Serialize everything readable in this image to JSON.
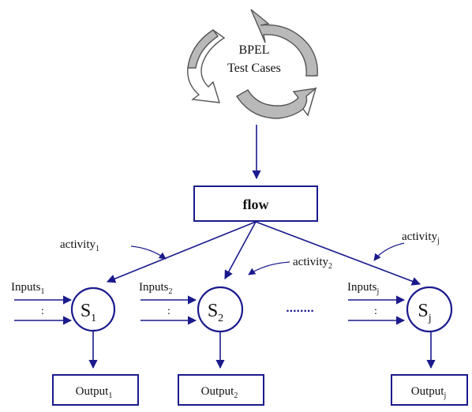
{
  "cycle": {
    "line1": "BPEL",
    "line2": "Test Cases"
  },
  "flow": {
    "label": "flow"
  },
  "activities": [
    {
      "base": "activity",
      "sub": "1"
    },
    {
      "base": "activity",
      "sub": "2"
    },
    {
      "base": "activity",
      "sub": "j"
    }
  ],
  "inputs": [
    {
      "base": "Inputs",
      "sub": "1"
    },
    {
      "base": "Inputs",
      "sub": "2"
    },
    {
      "base": "Inputs",
      "sub": "j"
    }
  ],
  "services": [
    {
      "base": "S",
      "sub": "1"
    },
    {
      "base": "S",
      "sub": "2"
    },
    {
      "base": "S",
      "sub": "j"
    }
  ],
  "outputs": [
    {
      "base": "Output",
      "sub": "1"
    },
    {
      "base": "Output",
      "sub": "2"
    },
    {
      "base": "Output",
      "sub": "j"
    }
  ],
  "input_ellipsis": ":",
  "service_ellipsis": "........",
  "colors": {
    "stroke": "#1a1a8c",
    "arrow_gray": "#b9b9b9"
  }
}
